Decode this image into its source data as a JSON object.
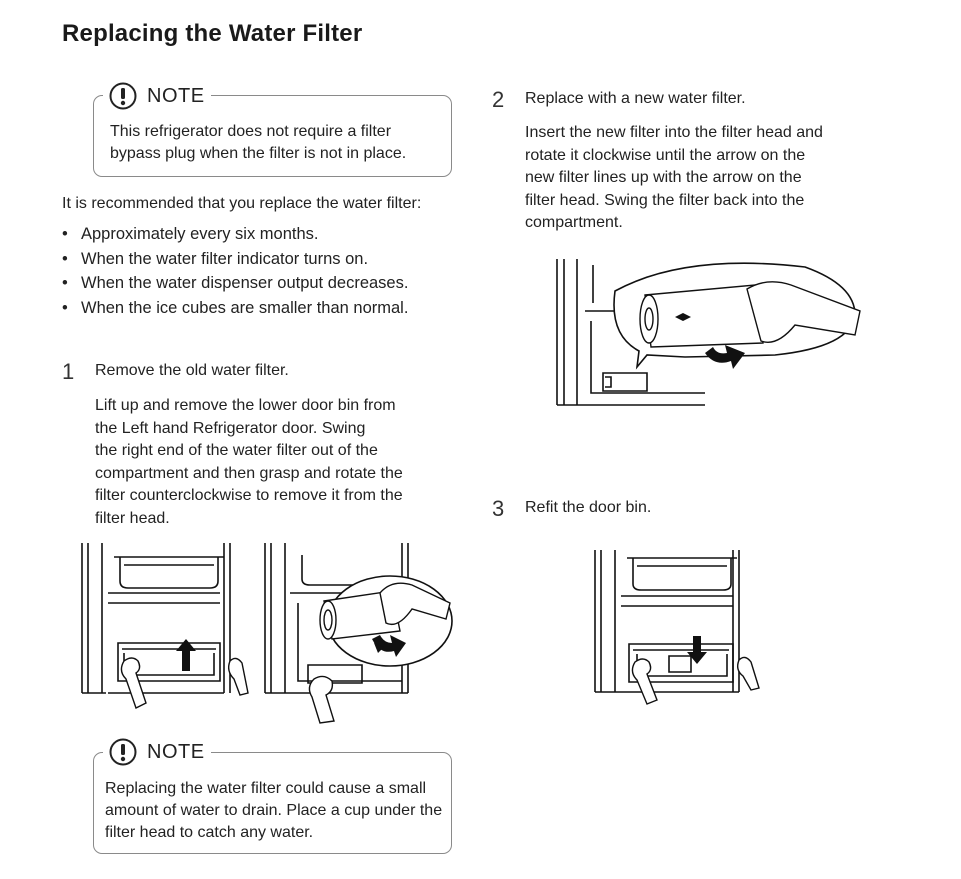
{
  "page": {
    "title": "Replacing the Water Filter"
  },
  "note_top": {
    "label": "NOTE",
    "text": "This refrigerator does not require a filter bypass plug when the filter is not in place."
  },
  "intro": "It is recommended that you replace the water filter:",
  "bullets": [
    "Approximately every six months.",
    "When the water filter indicator turns on.",
    "When the water dispenser output decreases.",
    "When the ice cubes are smaller than normal."
  ],
  "steps": [
    {
      "number": "1",
      "title": "Remove the old water filter.",
      "lines": [
        "Lift up and remove the lower door bin from",
        "the Left hand Refrigerator door. Swing",
        "the right end of the water filter out of the",
        "compartment and then grasp and rotate the",
        "filter  counterclockwise to remove it from the",
        "filter head."
      ]
    },
    {
      "number": "2",
      "title": "Replace with a new water filter.",
      "lines": [
        "Insert the new filter into the filter head and",
        "rotate it clockwise until the arrow on the",
        "new filter lines up with the arrow on the",
        "filter head. Swing the filter back into the",
        "compartment."
      ]
    },
    {
      "number": "3",
      "title": "Refit the door bin.",
      "lines": []
    }
  ],
  "note_bottom": {
    "label": "NOTE",
    "text": "Replacing the water filter could cause a small amount of water to drain. Place a cup under the filter head to catch any water."
  },
  "icons": {
    "note": "exclamation-circle-icon"
  }
}
